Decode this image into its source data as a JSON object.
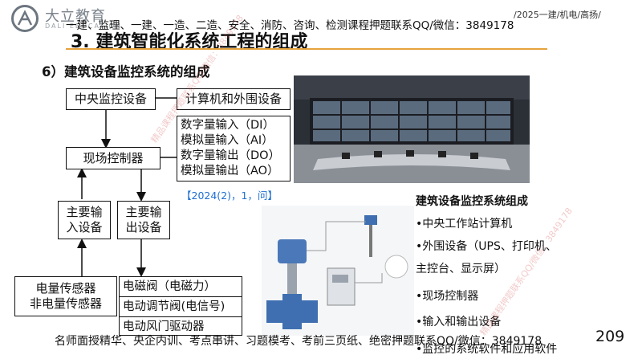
{
  "header": {
    "logo_text": "大立教育",
    "logo_sub": "DALI EDUCATION",
    "banner": "一建、监理、一建、一造、二造、安全、消防、咨询、检测课程押题联系QQ/微信：3849178",
    "top_right": "/2025一建/机电/高扬/"
  },
  "title": "3. 建筑智能化系统工程的组成",
  "subtitle": "6）建筑设备监控系统的组成",
  "diagram": {
    "central": "中央监控设备",
    "computer": "计算机和外围设备",
    "field": "现场控制器",
    "io": [
      "数字量输入（DI）",
      "模拟量输入（AI）",
      "数字量输出（DO）",
      "模拟量输出（AO）"
    ],
    "main_input": [
      "主要输",
      "入设备"
    ],
    "main_output": [
      "主要输",
      "出设备"
    ],
    "sensors": [
      "电量传感器",
      "非电量传感器"
    ],
    "actuators": [
      "电磁阀（电磁力）",
      "电动调节阀(电信号)",
      "电动风门驱动器"
    ]
  },
  "exam_tag": "【2024(2)，1，问】",
  "right_panel": {
    "heading": "建筑设备监控系统组成",
    "items": [
      "•中央工作站计算机",
      "•外围设备（UPS、打印机、",
      "主控台、显示屏）",
      "•现场控制器",
      "•输入和输出设备",
      "•监控的系统软件和应用软件"
    ]
  },
  "footer": "名师面授精华、央企内训、考点串讲、习题模考、考前三页纸、绝密押题联系QQ/微信：3849178",
  "page_number": "209",
  "watermark_text": "精品课程押题联系QQ/微信：3849178"
}
